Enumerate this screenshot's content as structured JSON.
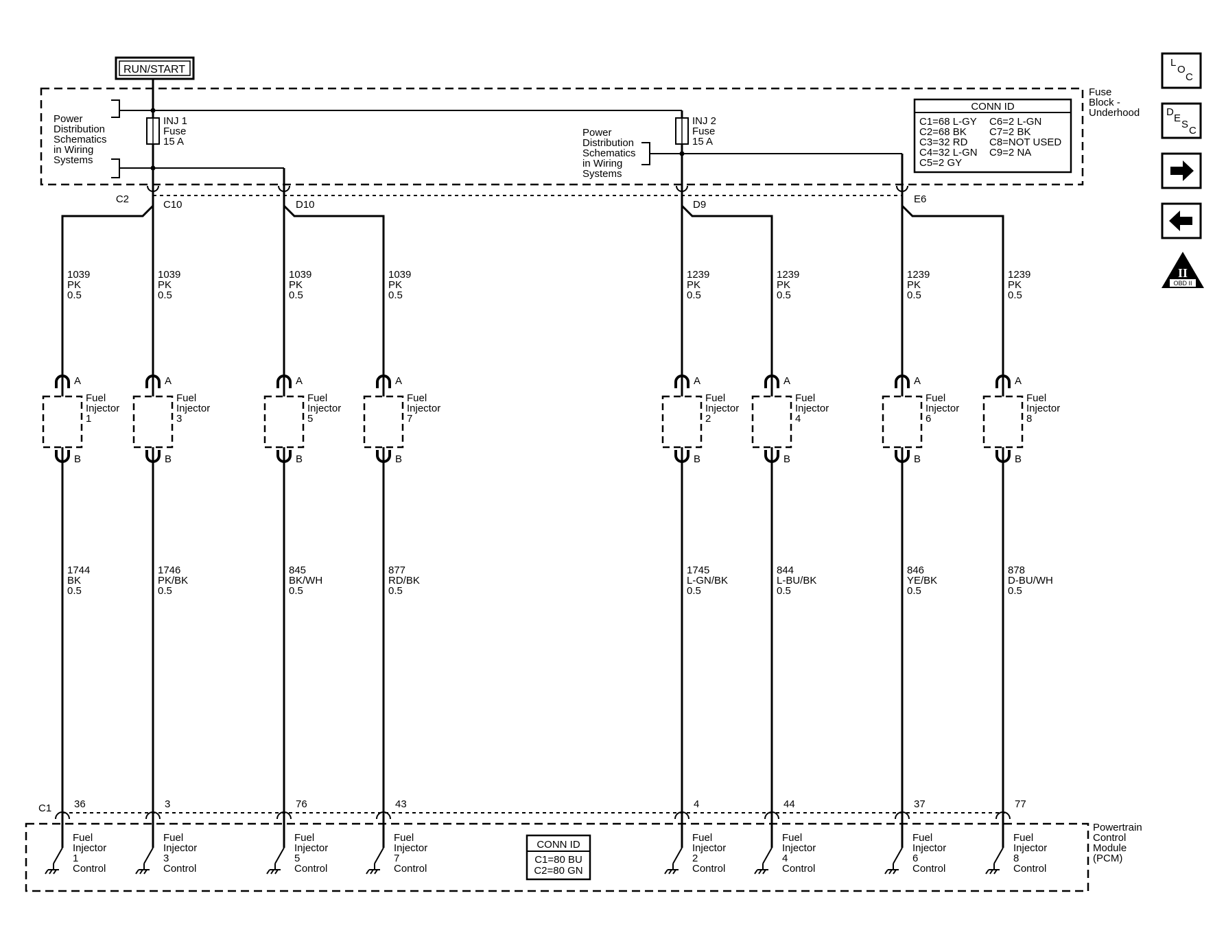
{
  "power_source": "RUN/START",
  "fuse_block": {
    "label": [
      "Fuse",
      "Block -",
      "Underhood"
    ],
    "conn_id_title": "CONN ID",
    "conn_id_rows": [
      [
        "C1=68 L-GY",
        "C6=2 L-GN"
      ],
      [
        "C2=68 BK",
        "C7=2 BK"
      ],
      [
        "C3=32 RD",
        "C8=NOT USED"
      ],
      [
        "C4=32 L-GN",
        "C9=2 NA"
      ],
      [
        "C5=2 GY",
        ""
      ]
    ]
  },
  "power_dist_note": [
    "Power",
    "Distribution",
    "Schematics",
    "in Wiring",
    "Systems"
  ],
  "fuses": [
    {
      "name": "INJ 1",
      "type": "Fuse",
      "rating": "15 A"
    },
    {
      "name": "INJ 2",
      "type": "Fuse",
      "rating": "15 A"
    }
  ],
  "fuse_block_terminals": [
    "C2",
    "C10",
    "D10",
    "D9",
    "E6"
  ],
  "injectors": [
    {
      "number": "1",
      "power_circuit": {
        "number": "1039",
        "color": "PK",
        "gauge": "0.5"
      },
      "control_circuit": {
        "number": "1744",
        "color": "BK",
        "gauge": "0.5"
      },
      "pcm_pin": "36"
    },
    {
      "number": "3",
      "power_circuit": {
        "number": "1039",
        "color": "PK",
        "gauge": "0.5"
      },
      "control_circuit": {
        "number": "1746",
        "color": "PK/BK",
        "gauge": "0.5"
      },
      "pcm_pin": "3"
    },
    {
      "number": "5",
      "power_circuit": {
        "number": "1039",
        "color": "PK",
        "gauge": "0.5"
      },
      "control_circuit": {
        "number": "845",
        "color": "BK/WH",
        "gauge": "0.5"
      },
      "pcm_pin": "76"
    },
    {
      "number": "7",
      "power_circuit": {
        "number": "1039",
        "color": "PK",
        "gauge": "0.5"
      },
      "control_circuit": {
        "number": "877",
        "color": "RD/BK",
        "gauge": "0.5"
      },
      "pcm_pin": "43"
    },
    {
      "number": "2",
      "power_circuit": {
        "number": "1239",
        "color": "PK",
        "gauge": "0.5"
      },
      "control_circuit": {
        "number": "1745",
        "color": "L-GN/BK",
        "gauge": "0.5"
      },
      "pcm_pin": "4"
    },
    {
      "number": "4",
      "power_circuit": {
        "number": "1239",
        "color": "PK",
        "gauge": "0.5"
      },
      "control_circuit": {
        "number": "844",
        "color": "L-BU/BK",
        "gauge": "0.5"
      },
      "pcm_pin": "44"
    },
    {
      "number": "6",
      "power_circuit": {
        "number": "1239",
        "color": "PK",
        "gauge": "0.5"
      },
      "control_circuit": {
        "number": "846",
        "color": "YE/BK",
        "gauge": "0.5"
      },
      "pcm_pin": "37"
    },
    {
      "number": "8",
      "power_circuit": {
        "number": "1239",
        "color": "PK",
        "gauge": "0.5"
      },
      "control_circuit": {
        "number": "878",
        "color": "D-BU/WH",
        "gauge": "0.5"
      },
      "pcm_pin": "77"
    }
  ],
  "injector_label": [
    "Fuel",
    "Injector"
  ],
  "injector_pins": {
    "top": "A",
    "bottom": "B"
  },
  "pcm": {
    "label": [
      "Powertrain",
      "Control",
      "Module",
      "(PCM)"
    ],
    "connector": "C1",
    "control_label": [
      "Fuel",
      "Injector",
      "Control"
    ],
    "conn_id_title": "CONN ID",
    "conn_id_rows": [
      "C1=80 BU",
      "C2=80 GN"
    ]
  },
  "side_icons": [
    {
      "name": "loc-icon",
      "letters": [
        "L",
        "O",
        "C"
      ]
    },
    {
      "name": "desc-icon",
      "letters": [
        "D",
        "E",
        "S",
        "C"
      ]
    },
    {
      "name": "arrow-right-icon"
    },
    {
      "name": "arrow-left-icon"
    },
    {
      "name": "obd-ii-icon",
      "letters": [
        "II",
        "OBD II"
      ]
    }
  ]
}
